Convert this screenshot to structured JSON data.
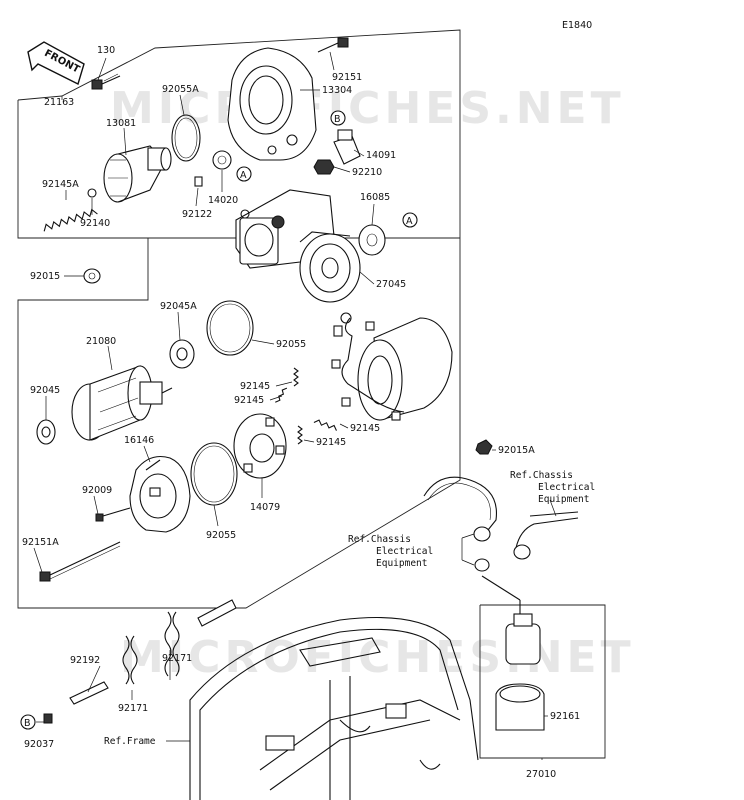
{
  "diagram_code": "E1840",
  "watermark": "MICROFICHES.NET",
  "front_label": "FRONT",
  "callouts": [
    "A",
    "B"
  ],
  "labels": {
    "p130": "130",
    "p21163": "21163",
    "p92055A": "92055A",
    "p92151": "92151",
    "p13304": "13304",
    "p13081": "13081",
    "p14091": "14091",
    "p92210": "92210",
    "p14020": "14020",
    "p92145A": "92145A",
    "p92122": "92122",
    "p92140": "92140",
    "p16085": "16085",
    "p27045": "27045",
    "p92015": "92015",
    "p92045A": "92045A",
    "p92055": "92055",
    "p21080": "21080",
    "p92045": "92045",
    "p92145a": "92145",
    "p92145b": "92145",
    "p92145c": "92145",
    "p92145d": "92145",
    "p16146": "16146",
    "p14079": "14079",
    "p92009": "92009",
    "p92055b": "92055",
    "p92151A": "92151A",
    "p92015A": "92015A",
    "p92192": "92192",
    "p92171a": "92171",
    "p92171b": "92171",
    "p92161": "92161",
    "p92037": "92037",
    "p27010": "27010"
  },
  "references": {
    "chassis_right": [
      "Ref.Chassis",
      "Electrical",
      "Equipment"
    ],
    "chassis_left": [
      "Ref.Chassis",
      "Electrical",
      "Equipment"
    ],
    "frame": "Ref.Frame"
  }
}
